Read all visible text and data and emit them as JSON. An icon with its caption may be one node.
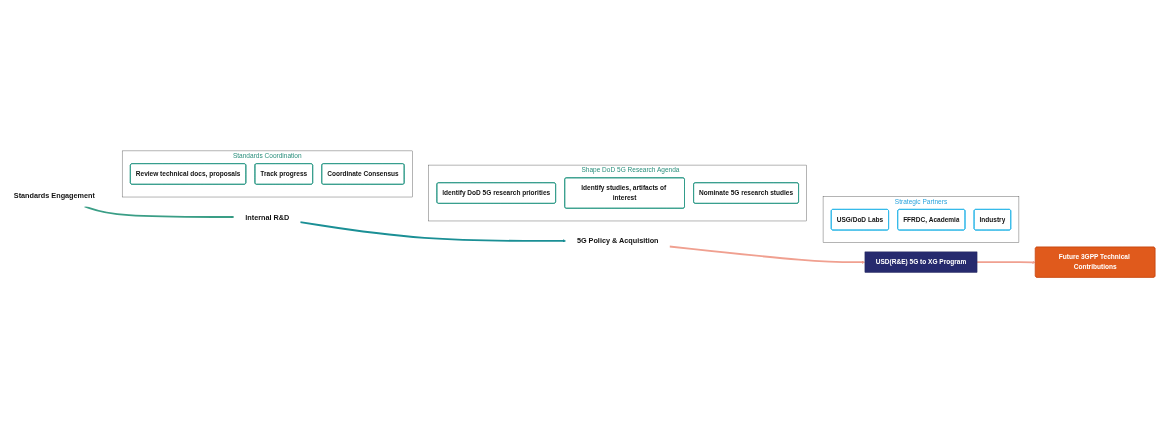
{
  "diagram": {
    "nodes": [
      {
        "text": [
          "Standards Engagement"
        ]
      },
      {
        "text": [
          "Internal R&D"
        ]
      },
      {
        "text": [
          "5G Policy & Acquisition"
        ]
      },
      {
        "text": [
          "USD(R&E) 5G to XG Program"
        ]
      },
      {
        "text": [
          "Future 3GPP Technical Contributions"
        ]
      },
      {
        "text": [
          "Standards Coordination"
        ]
      },
      {
        "text": [
          "Review technical docs, proposals"
        ],
        "in": 5
      },
      {
        "text": [
          "Track progress"
        ],
        "in": 5
      },
      {
        "text": [
          "Coordinate Consensus"
        ],
        "in": 5
      },
      {
        "text": [
          "Shape DoD 5G Research Agenda"
        ]
      },
      {
        "text": [
          "Identify DoD 5G research priorities"
        ],
        "in": 9
      },
      {
        "text": [
          "Identify studies, artifacts of interest"
        ],
        "in": 9
      },
      {
        "text": [
          "Nominate 5G research studies"
        ],
        "in": 9
      },
      {
        "text": [
          "Strategic Partners"
        ]
      },
      {
        "text": [
          "USG/DoD Labs"
        ],
        "in": 13
      },
      {
        "text": [
          "FFRDC, Academia"
        ],
        "in": 13
      },
      {
        "text": [
          "Industry"
        ],
        "in": 13
      }
    ],
    "edges": [
      {
        "from": 0,
        "to": 1,
        "arrow": "to",
        "color": "#3a9e86"
      },
      {
        "from": 1,
        "to": 2,
        "arrow": "to",
        "color": "#1a8f95"
      },
      {
        "from": 2,
        "to": 3,
        "arrow": "to"
      },
      {
        "from": 3,
        "to": 4,
        "arrow": "to"
      }
    ]
  }
}
